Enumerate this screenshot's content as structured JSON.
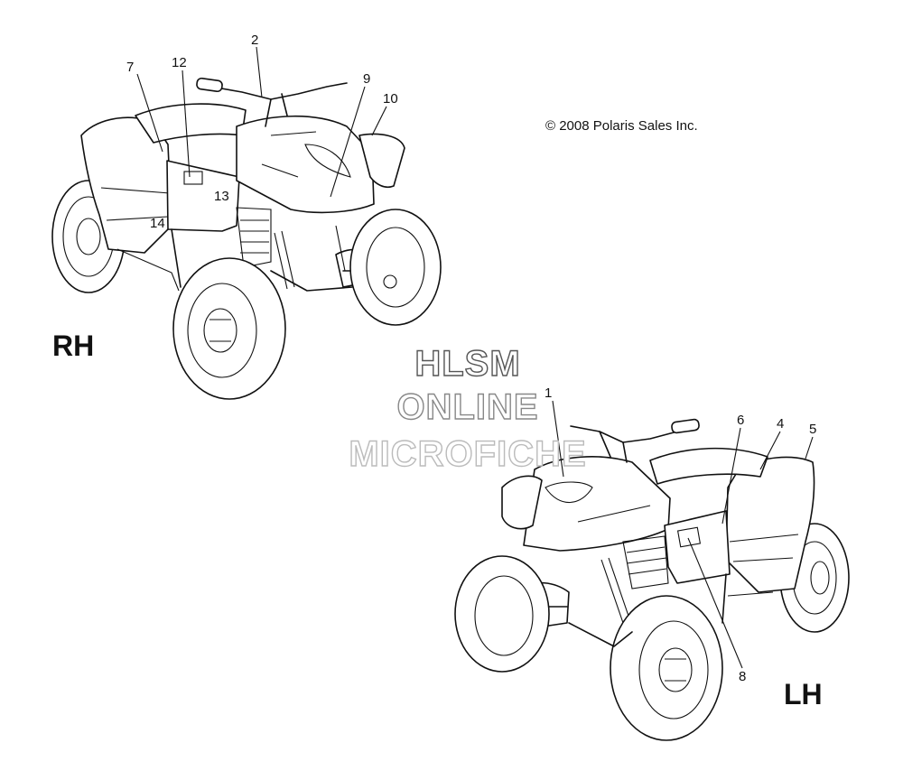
{
  "copyright": "© 2008 Polaris Sales Inc.",
  "views": {
    "right": {
      "label": "RH"
    },
    "left": {
      "label": "LH"
    }
  },
  "watermark": {
    "line1": "HLSM",
    "line2": "ONLINE",
    "line3": "MICROFICHE",
    "colors": [
      "#555555",
      "#888888",
      "#bbbbbb"
    ]
  },
  "callouts": {
    "c1": "1",
    "c2": "2",
    "c4": "4",
    "c5": "5",
    "c6": "6",
    "c7": "7",
    "c8": "8",
    "c9": "9",
    "c10": "10",
    "c12": "12",
    "c13": "13",
    "c14": "14"
  }
}
